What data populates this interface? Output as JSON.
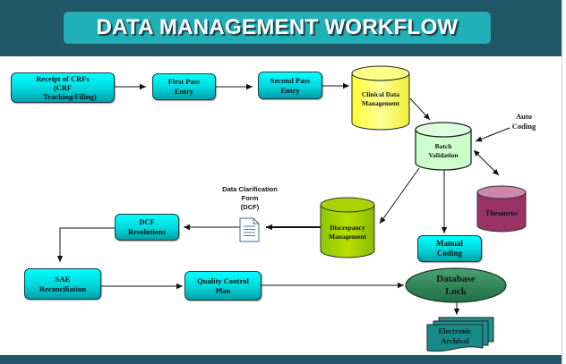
{
  "title": "DATA MANAGEMENT WORKFLOW",
  "colors": {
    "header_band": "#215868",
    "title_box": "#1fb0b8",
    "process_box": "#00e0e6",
    "clinical_db": "#ffff66",
    "batch_validation": "#ccffcc",
    "thesaurus": "#993366",
    "discrepancy": "#99cc00",
    "database_lock": "#2e8b57",
    "archival": "#1a9090"
  },
  "nodes": {
    "receipt_crfs": "Receipt of CRFs (CRF Tracking/Filing)",
    "receipt_line1": "Receipt of CRFs",
    "receipt_line2": "(CRF",
    "receipt_line3": "Tracking/Filing)",
    "first_pass": "First Pass Entry",
    "first_pass_l1": "First Pass",
    "first_pass_l2": "Entry",
    "second_pass_l1": "Second Pass",
    "second_pass_l2": "Entry",
    "clinical_l1": "Clinical Data",
    "clinical_l2": "Management",
    "batch_l1": "Batch",
    "batch_l2": "Validation",
    "auto_l1": "Auto",
    "auto_l2": "Coding",
    "thesaurus": "Thesaurus",
    "manual_l1": "Manual",
    "manual_l2": "Coding",
    "discrepancy_l1": "Discrepancy",
    "discrepancy_l2": "Management",
    "dcf_l1": "Data Clarification",
    "dcf_l2": "Form",
    "dcf_l3": "(DCF)",
    "dcf_res_l1": "DCF",
    "dcf_res_l2": "Resolutions",
    "sae_l1": "SAE",
    "sae_l2": "Reconciliation",
    "qc_l1": "Quality Control",
    "qc_l2": "Plan",
    "lock_l1": "Database",
    "lock_l2": "Lock",
    "archive_l1": "Electronic",
    "archive_l2": "Archival"
  },
  "icons": {
    "dcf_document": "document-icon"
  }
}
